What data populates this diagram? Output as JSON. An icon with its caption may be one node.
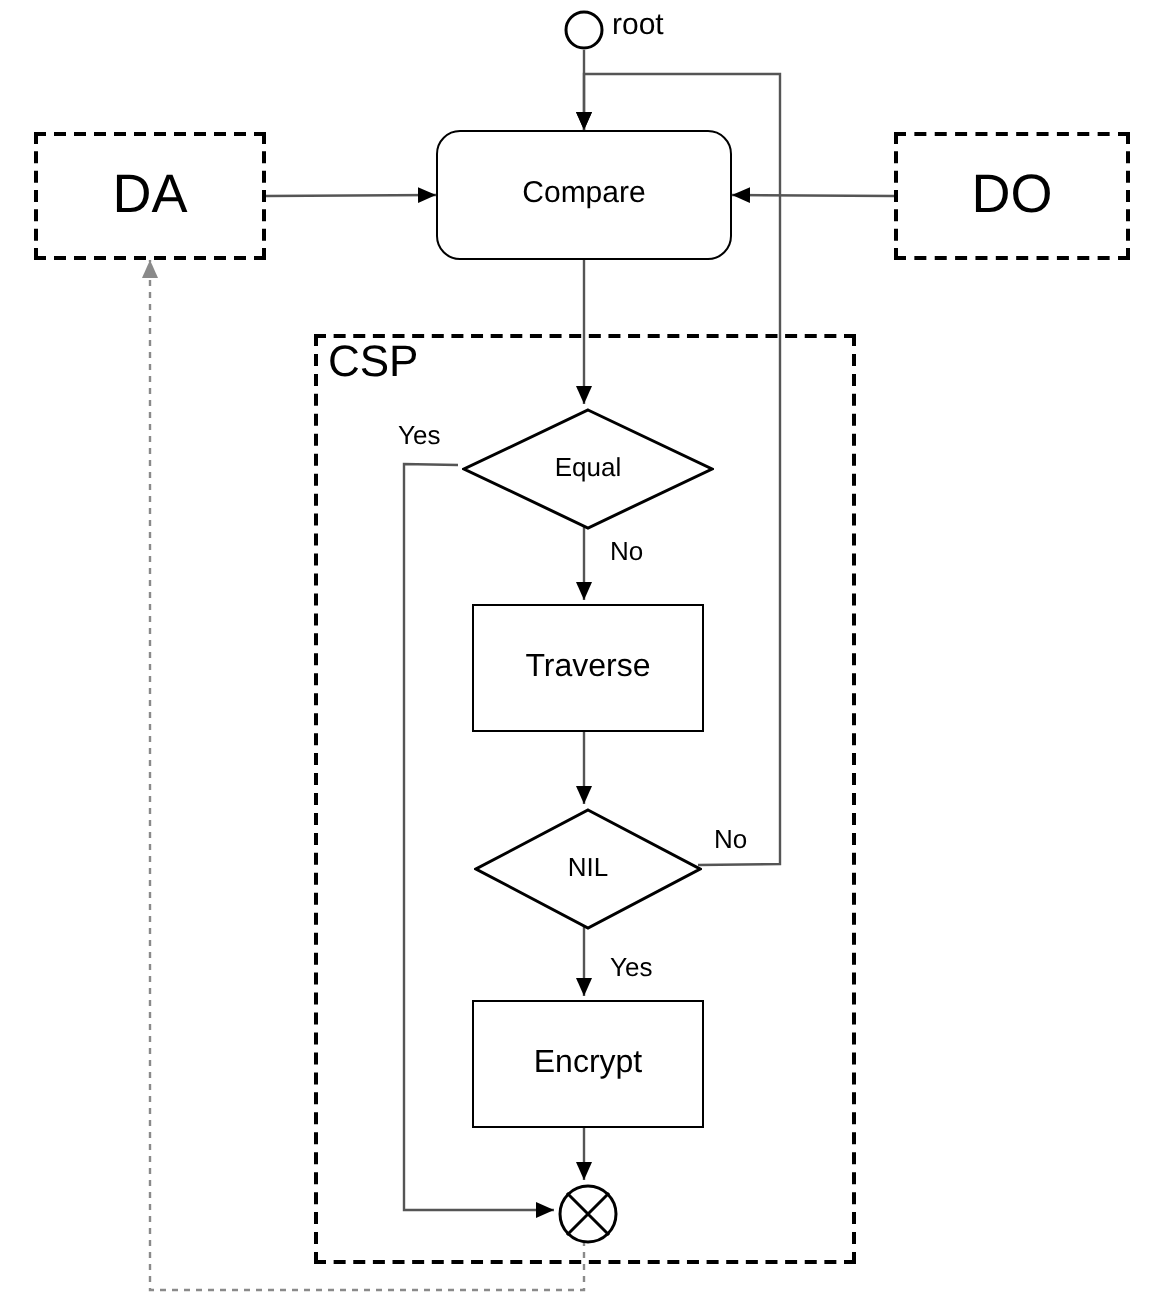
{
  "diagram": {
    "nodes": [
      {
        "text": [],
        "shape": "circle",
        "beside": [
          "root"
        ]
      },
      {
        "text": [
          "DA"
        ]
      },
      {
        "text": [
          "Compare"
        ]
      },
      {
        "text": [
          "DO"
        ]
      },
      {
        "text": [
          "CSP"
        ]
      },
      {
        "text": [
          "Equal"
        ],
        "in": 4
      },
      {
        "text": [
          "Traverse"
        ],
        "in": 4
      },
      {
        "text": [
          "NIL"
        ],
        "in": 4
      },
      {
        "text": [
          "Encrypt"
        ],
        "in": 4
      },
      {
        "text": [],
        "shape": "circle",
        "in": 4
      }
    ],
    "edges": [
      {
        "from": 0,
        "to": 2,
        "arrow": "to"
      },
      {
        "from": 1,
        "to": 2,
        "arrow": "to"
      },
      {
        "from": 3,
        "to": 2,
        "arrow": "to"
      },
      {
        "from": 2,
        "to": 5,
        "arrow": "to"
      },
      {
        "from": 5,
        "to": 6,
        "arrow": "to",
        "label": "No"
      },
      {
        "from": 5,
        "to": 9,
        "arrow": "to",
        "label": "Yes"
      },
      {
        "from": 6,
        "to": 7,
        "arrow": "to"
      },
      {
        "from": 7,
        "to": 2,
        "arrow": "to",
        "label": "No"
      },
      {
        "from": 7,
        "to": 8,
        "arrow": "to",
        "label": "Yes"
      },
      {
        "from": 8,
        "to": 9,
        "arrow": "to"
      },
      {
        "from": 9,
        "to": 1,
        "arrow": "to",
        "style": "dashed",
        "color": "#8a8a8a"
      }
    ]
  }
}
